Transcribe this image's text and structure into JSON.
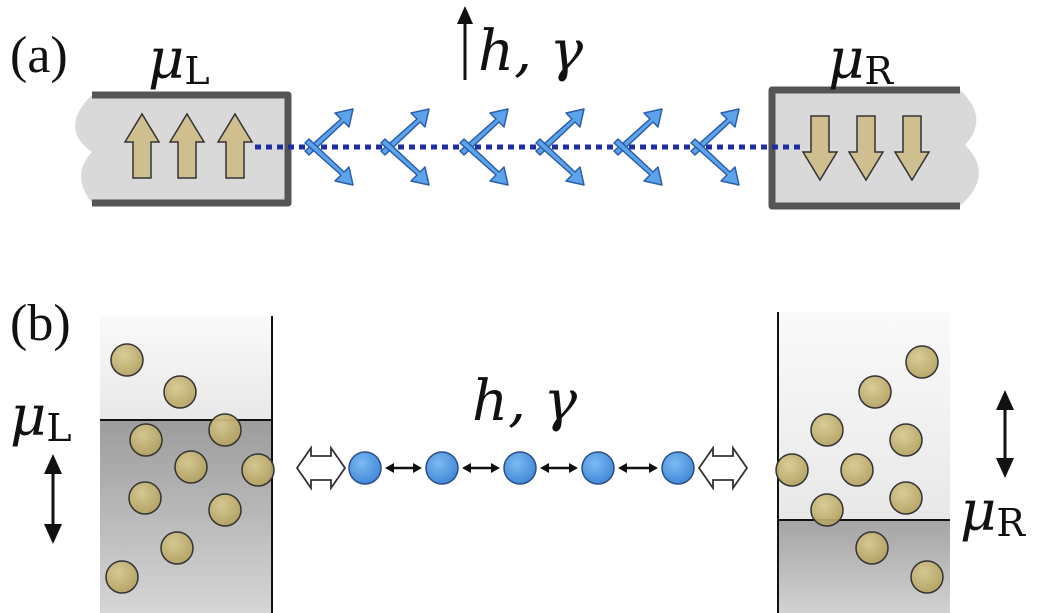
{
  "panel_a": {
    "label": "(a)",
    "left_lead": {
      "mu": "μ",
      "sub": "L"
    },
    "right_lead": {
      "mu": "μ",
      "sub": "R"
    },
    "field": "h, γ"
  },
  "panel_b": {
    "label": "(b)",
    "left_reservoir": {
      "mu": "μ",
      "sub": "L"
    },
    "right_reservoir": {
      "mu": "μ",
      "sub": "R"
    },
    "field": "h, γ"
  },
  "colors": {
    "spin_blue": "#5ba3ea",
    "spin_blue_edge": "#2b5ea8",
    "arrow_tan": "#cfbf8e",
    "particle_tan": "#c2b170",
    "lead_gray": "#d9d9d9",
    "lead_edge": "#555555",
    "dotted_chain": "#1f2fa0",
    "reservoir_dark": "#b9b9b9",
    "reservoir_light": "#f1f1f1"
  }
}
